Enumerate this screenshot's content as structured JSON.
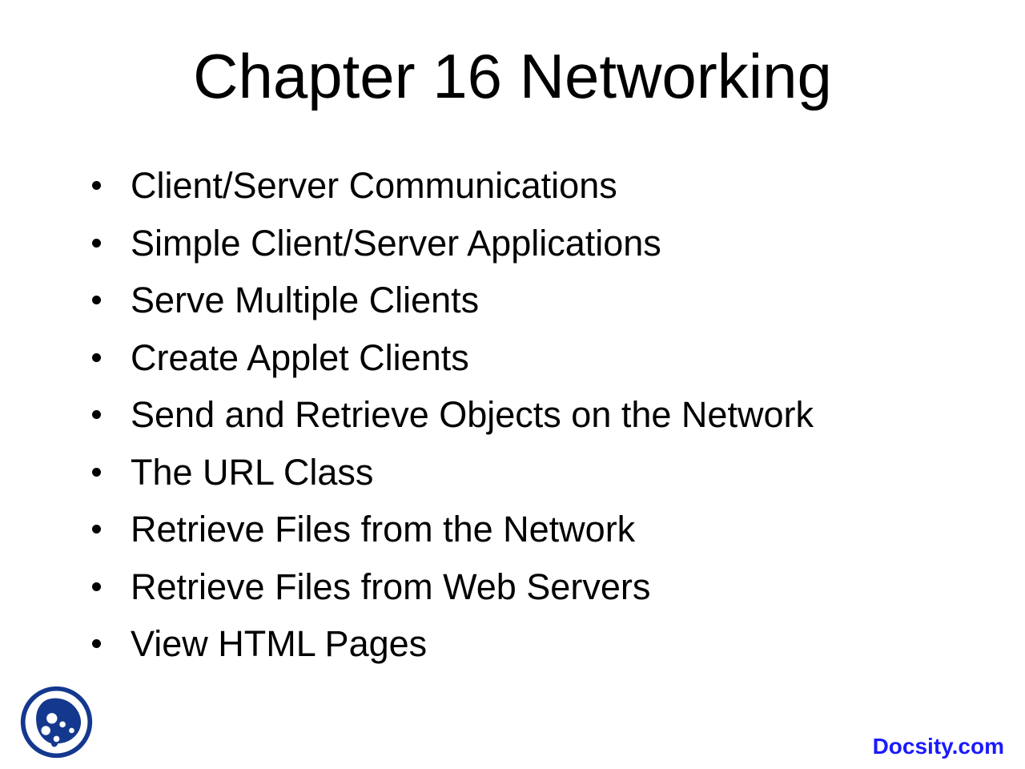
{
  "slide": {
    "title": "Chapter 16 Networking",
    "bullets": [
      "Client/Server Communications",
      "Simple Client/Server Applications",
      "Serve Multiple Clients",
      "Create Applet Clients",
      "Send and Retrieve Objects on the Network",
      "The URL Class",
      "Retrieve Files from the Network",
      "Retrieve Files from Web Servers",
      "View HTML Pages"
    ]
  },
  "footer": {
    "brand": "Docsity.com"
  },
  "icons": {
    "logo": "docsity-logo"
  },
  "colors": {
    "background": "#ffffff",
    "text": "#000000",
    "brand_blue": "#1a1aff",
    "logo_navy": "#14388e"
  }
}
